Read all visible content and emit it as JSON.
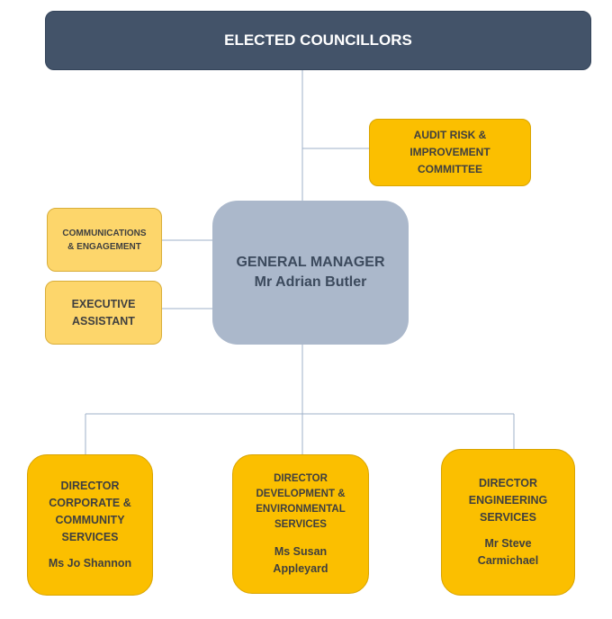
{
  "council": {
    "label": "ELECTED COUNCILLORS"
  },
  "audit": {
    "lines": [
      "AUDIT RISK &",
      "IMPROVEMENT",
      "COMMITTEE"
    ]
  },
  "general_manager": {
    "title": "GENERAL MANAGER",
    "name": "Mr Adrian Butler"
  },
  "communications": {
    "lines": [
      "COMMUNICATIONS",
      "& ENGAGEMENT"
    ]
  },
  "executive": {
    "lines": [
      "EXECUTIVE",
      "ASSISTANT"
    ]
  },
  "directors": [
    {
      "title_lines": [
        "DIRECTOR",
        "CORPORATE &",
        "COMMUNITY",
        "SERVICES"
      ],
      "name_lines": [
        "Ms Jo Shannon"
      ]
    },
    {
      "title_lines": [
        "DIRECTOR",
        "DEVELOPMENT &",
        "ENVIRONMENTAL",
        "SERVICES"
      ],
      "name_lines": [
        "Ms Susan",
        "Appleyard"
      ]
    },
    {
      "title_lines": [
        "DIRECTOR",
        "ENGINEERING",
        "SERVICES"
      ],
      "name_lines": [
        "Mr Steve",
        "Carmichael"
      ]
    }
  ],
  "colors": {
    "council_fill": "#435369",
    "gm_fill": "#abb8cb",
    "director_fill": "#fbbf00",
    "support_fill": "#fdd66b",
    "connector": "#9fb0c8"
  }
}
